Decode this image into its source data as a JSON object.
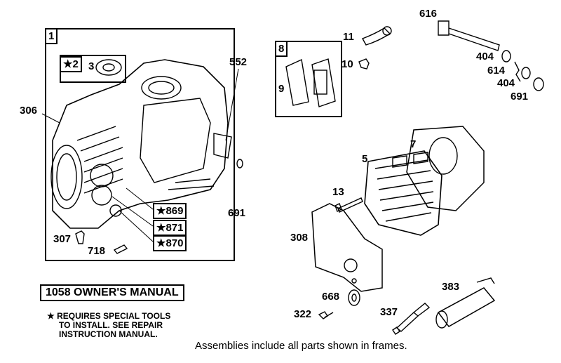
{
  "frames": {
    "frame1_number": "1",
    "frame8_number": "8"
  },
  "part_labels": {
    "p306": "306",
    "p2": "★2",
    "p3": "3",
    "p552": "552",
    "p691a": "691",
    "p869": "★869",
    "p871": "★871",
    "p870": "★870",
    "p307": "307",
    "p718": "718",
    "p9": "9",
    "p11": "11",
    "p10": "10",
    "p616": "616",
    "p404a": "404",
    "p614": "614",
    "p404b": "404",
    "p691b": "691",
    "p5": "5",
    "p7": "7",
    "p13": "13",
    "p308": "308",
    "p668": "668",
    "p322": "322",
    "p337": "337",
    "p383": "383"
  },
  "manual": "1058 OWNER'S MANUAL",
  "footnote_lines": [
    "★ REQUIRES SPECIAL TOOLS",
    "TO INSTALL.  SEE REPAIR",
    "INSTRUCTION MANUAL."
  ],
  "caption": "Assemblies include all parts shown in frames."
}
